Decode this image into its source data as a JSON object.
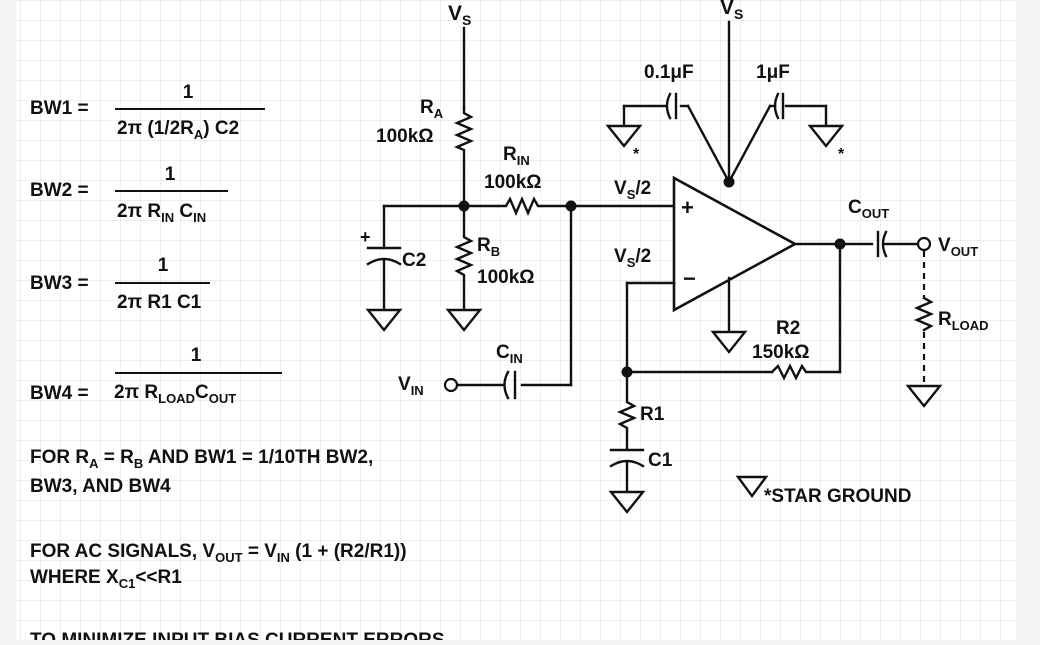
{
  "colors": {
    "background": "#f3f3f3",
    "page": "#ffffff",
    "grid": "#dcdcdc",
    "ink": "#111111"
  },
  "formulas": {
    "bw1": {
      "lhs": "BW1 =",
      "num": "1",
      "den_a": "2π (1/2R",
      "den_sub": "A",
      "den_b": ") C2"
    },
    "bw2": {
      "lhs": "BW2 =",
      "num": "1",
      "den_a": "2π R",
      "den_sub1": "IN",
      "den_b": " C",
      "den_sub2": "IN"
    },
    "bw3": {
      "lhs": "BW3 =",
      "num": "1",
      "den": "2π R1 C1"
    },
    "bw4": {
      "lhs": "BW4 =",
      "num": "1",
      "den_a": "2π R",
      "den_sub1": "LOAD",
      "den_b": "C",
      "den_sub2": "OUT"
    }
  },
  "notes": {
    "n1_a": "FOR R",
    "n1_sub1": "A",
    "n1_b": " = R",
    "n1_sub2": "B",
    "n1_c": " AND BW1 = 1/10TH BW2,",
    "n1_line2": "BW3, AND BW4",
    "n2_a": "FOR AC SIGNALS, V",
    "n2_sub1": "OUT",
    "n2_b": " = V",
    "n2_sub2": "IN",
    "n2_c": " (1 + (R2/R1))",
    "n2_line2_a": "WHERE X",
    "n2_line2_sub": "C1",
    "n2_line2_b": "<<R1",
    "n3": "TO MINIMIZE INPUT BIAS CURRENT ERRORS"
  },
  "labels": {
    "vs_left": "V",
    "vs_left_sub": "S",
    "vs_right": "V",
    "vs_right_sub": "S",
    "ra": "R",
    "ra_sub": "A",
    "ra_val": "100kΩ",
    "rb": "R",
    "rb_sub": "B",
    "rb_val": "100kΩ",
    "rin": "R",
    "rin_sub": "IN",
    "rin_val": "100kΩ",
    "c2": "C2",
    "c2_plus": "+",
    "cin": "C",
    "cin_sub": "IN",
    "vin": "V",
    "vin_sub": "IN",
    "cap1": "0.1μF",
    "cap2": "1μF",
    "star": "*",
    "vs2_plus": "V",
    "vs2_plus_sub": "S",
    "vs2_plus_tail": "/2",
    "vs2_minus": "V",
    "vs2_minus_sub": "S",
    "vs2_minus_tail": "/2",
    "plus_sign": "+",
    "minus_sign": "−",
    "cout": "C",
    "cout_sub": "OUT",
    "vout": "V",
    "vout_sub": "OUT",
    "rload": "R",
    "rload_sub": "LOAD",
    "r2": "R2",
    "r2_val": "150kΩ",
    "r1": "R1",
    "c1": "C1",
    "legend": "*STAR GROUND"
  }
}
